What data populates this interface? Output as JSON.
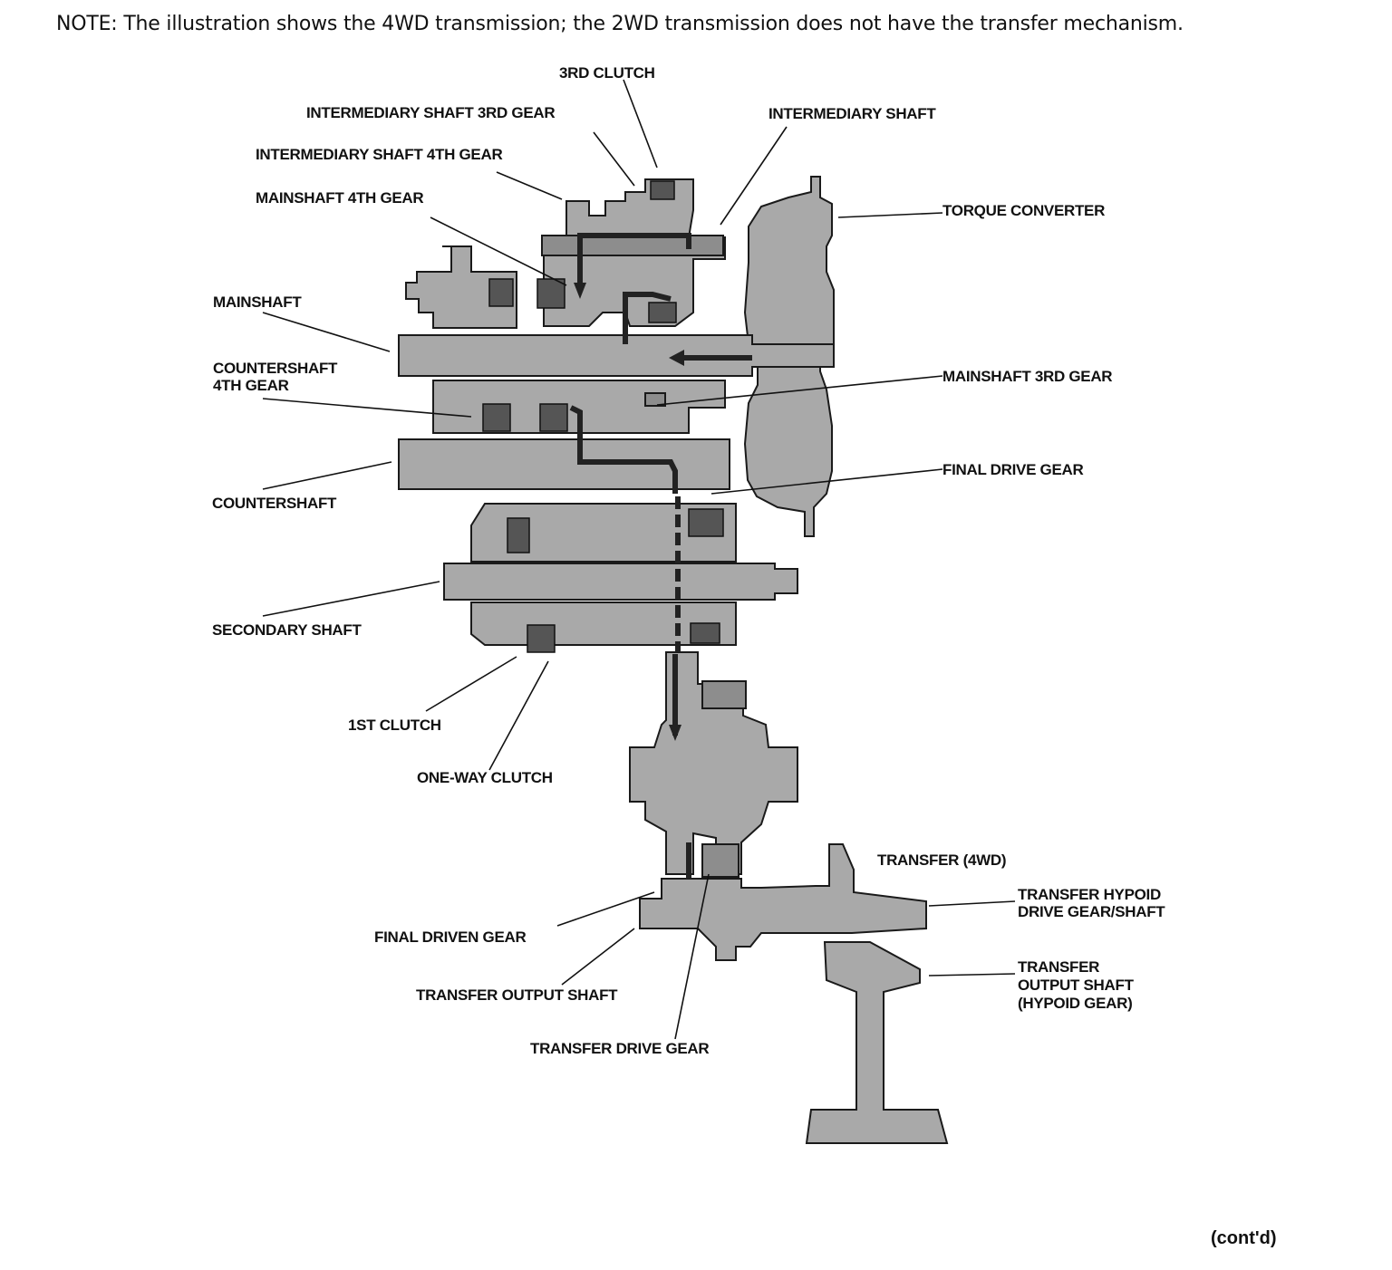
{
  "note": "NOTE: The illustration shows the 4WD transmission; the 2WD transmission does not have the transfer mechanism.",
  "labels": {
    "third_clutch": "3RD CLUTCH",
    "intermediary_shaft_3rd_gear": "INTERMEDIARY SHAFT 3RD GEAR",
    "intermediary_shaft": "INTERMEDIARY SHAFT",
    "intermediary_shaft_4th_gear": "INTERMEDIARY SHAFT 4TH GEAR",
    "mainshaft_4th_gear": "MAINSHAFT 4TH GEAR",
    "torque_converter": "TORQUE CONVERTER",
    "mainshaft": "MAINSHAFT",
    "countershaft_4th_gear_line1": "COUNTERSHAFT",
    "countershaft_4th_gear_line2": "4TH GEAR",
    "mainshaft_3rd_gear": "MAINSHAFT 3RD GEAR",
    "final_drive_gear": "FINAL DRIVE GEAR",
    "countershaft": "COUNTERSHAFT",
    "secondary_shaft": "SECONDARY SHAFT",
    "first_clutch": "1ST CLUTCH",
    "one_way_clutch": "ONE-WAY CLUTCH",
    "transfer_4wd": "TRANSFER (4WD)",
    "transfer_hypoid_line1": "TRANSFER HYPOID",
    "transfer_hypoid_line2": "DRIVE GEAR/SHAFT",
    "final_driven_gear": "FINAL DRIVEN GEAR",
    "transfer_output_shaft_hypoid_line1": "TRANSFER",
    "transfer_output_shaft_hypoid_line2": "OUTPUT SHAFT",
    "transfer_output_shaft_hypoid_line3": "(HYPOID GEAR)",
    "transfer_output_shaft": "TRANSFER OUTPUT SHAFT",
    "transfer_drive_gear": "TRANSFER DRIVE GEAR"
  },
  "footer": "(cont'd)"
}
